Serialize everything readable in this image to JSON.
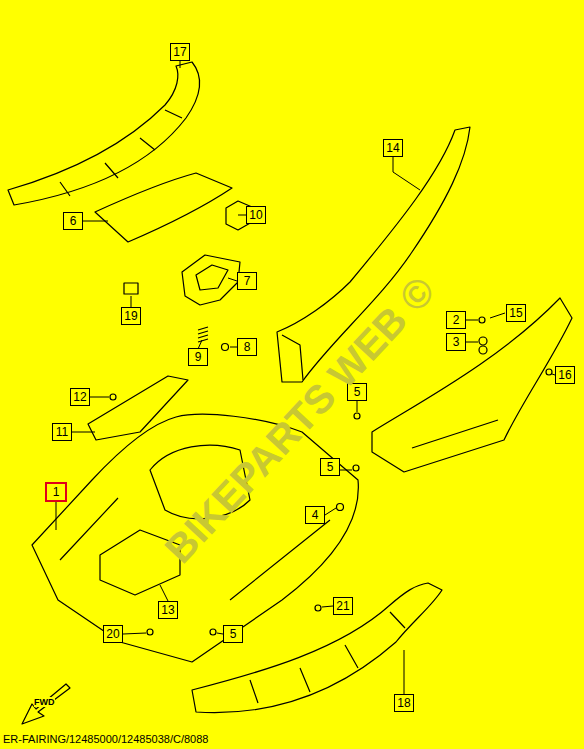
{
  "diagram": {
    "labels": [
      "17",
      "14",
      "6",
      "10",
      "7",
      "19",
      "9",
      "8",
      "2",
      "15",
      "3",
      "16",
      "12",
      "5",
      "11",
      "5",
      "1",
      "4",
      "13",
      "21",
      "20",
      "5",
      "18",
      "BIKEPARTS WEB ©",
      "FWD",
      "ER-FAIRING/12485000/12485038/C/8088"
    ]
  }
}
